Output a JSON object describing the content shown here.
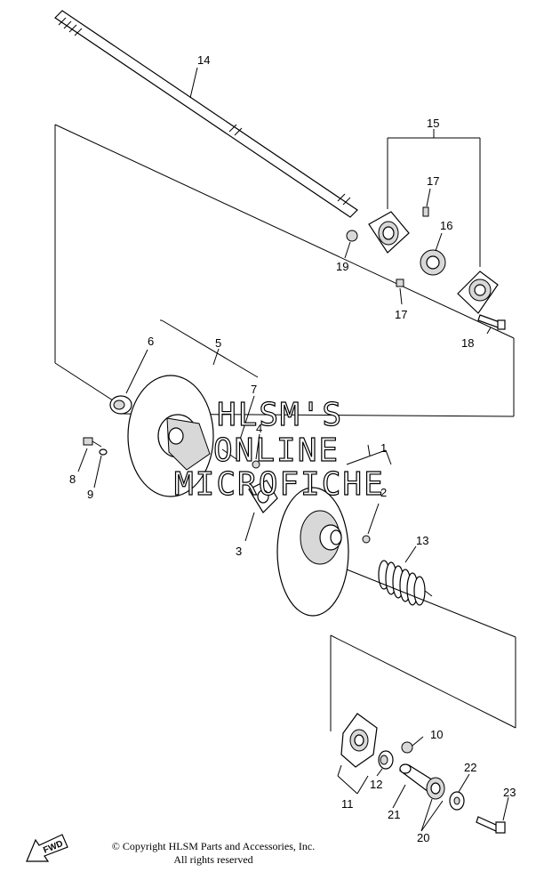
{
  "labels": {
    "p1": "1",
    "p2": "2",
    "p3": "3",
    "p4": "4",
    "p5": "5",
    "p6": "6",
    "p7": "7",
    "p8": "8",
    "p9": "9",
    "p10": "10",
    "p11": "11",
    "p12": "12",
    "p13": "13",
    "p14": "14",
    "p15": "15",
    "p16": "16",
    "p17a": "17",
    "p17b": "17",
    "p18": "18",
    "p19": "19",
    "p20": "20",
    "p21": "21",
    "p22": "22",
    "p23": "23"
  },
  "watermark": {
    "line1": "HLSM'S",
    "line2": "ONLINE",
    "line3": "MICROFICHE"
  },
  "copyright": {
    "line1": "© Copyright HLSM Parts and Accessories, Inc.",
    "line2": "All rights reserved"
  },
  "fwd": "FWD"
}
